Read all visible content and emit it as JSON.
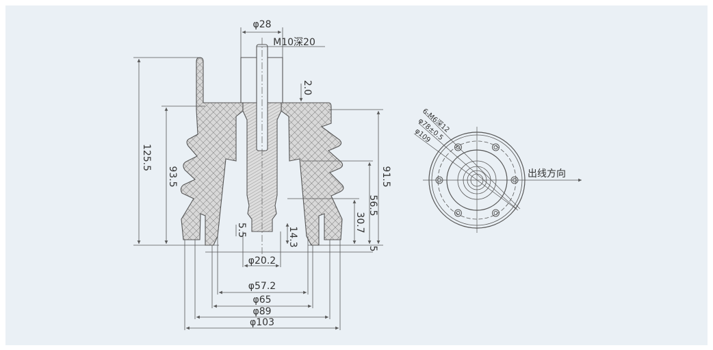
{
  "drawing": {
    "side_view": {
      "top_diameter": "φ28",
      "thread": "M10深20",
      "gap": "2.0",
      "total_height": "125.5",
      "body_height": "93.5",
      "flange_height": "91.5",
      "shed_height": "56.5",
      "slot_height": "30.7",
      "base_offset": "5",
      "conductor_offset": "5.5",
      "conductor_bottom": "14.3",
      "d_conductor": "φ20.2",
      "d_inner": "φ57.2",
      "d_slot": "φ65",
      "d_base": "φ89",
      "d_outer": "φ103"
    },
    "bottom_view": {
      "holes": "6-M6深12",
      "pitch_circle": "φ78±0.5",
      "outer_diameter": "φ109",
      "direction_label": "出线方向"
    }
  },
  "colors": {
    "background": "#eaf0f5",
    "line": "#555555"
  }
}
